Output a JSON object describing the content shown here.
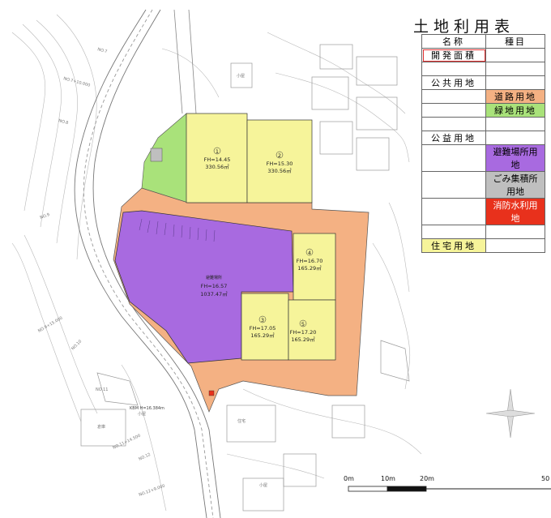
{
  "legend": {
    "title": "土地利用表",
    "header": {
      "name": "名称",
      "category": "種目"
    },
    "rows": [
      {
        "name": "開発面積",
        "category": ""
      },
      {
        "name": "",
        "category": ""
      },
      {
        "name": "公共用地",
        "category": ""
      },
      {
        "name": "",
        "category": "道路用地"
      },
      {
        "name": "",
        "category": "緑地用地"
      },
      {
        "name": "",
        "category": ""
      },
      {
        "name": "公益用地",
        "category": ""
      },
      {
        "name": "",
        "category": "避難場所用地"
      },
      {
        "name": "",
        "category": "ごみ集積所用地"
      },
      {
        "name": "",
        "category": "消防水利用地"
      },
      {
        "name": "",
        "category": ""
      },
      {
        "name": "住宅用地",
        "category": ""
      }
    ]
  },
  "colors": {
    "road": "#f4b183",
    "green": "#a9e27a",
    "evacuation": "#a86ae0",
    "garbage": "#bfbfbf",
    "fire": "#e8311c",
    "residential": "#f6f49a"
  },
  "lots": {
    "lot1": {
      "no": "1",
      "fh": "FH=14.45",
      "area": "330.56㎡"
    },
    "lot2": {
      "no": "2",
      "fh": "FH=15.30",
      "area": "330.56㎡"
    },
    "lot3": {
      "no": "3",
      "fh": "FH=17.05",
      "area": "165.29㎡"
    },
    "lot4": {
      "no": "4",
      "fh": "FH=16.70",
      "area": "165.29㎡"
    },
    "lot5": {
      "no": "5",
      "fh": "FH=17.20",
      "area": "165.29㎡"
    },
    "evac": {
      "name": "避難場所",
      "fh": "FH=16.57",
      "area": "1037.47㎡"
    }
  },
  "labels": {
    "kbm": "KBM H=16.384m",
    "no7": "NO.7",
    "no7b": "NO.7+10.000",
    "no8": "NO.8",
    "no9": "NO.9",
    "no9b": "NO.9+15.000",
    "no10": "NO.10",
    "no11": "NO.11",
    "no11b": "NO.11+14.500",
    "no12": "NO.12",
    "no12b": "NO.12+9.000",
    "koya1": "小屋",
    "koya2": "小屋",
    "koya3": "小屋",
    "sokoya": "倉庫",
    "jutaku": "住宅"
  },
  "scale": {
    "s0": "0m",
    "s10": "10m",
    "s20": "20m",
    "s50": "50"
  }
}
